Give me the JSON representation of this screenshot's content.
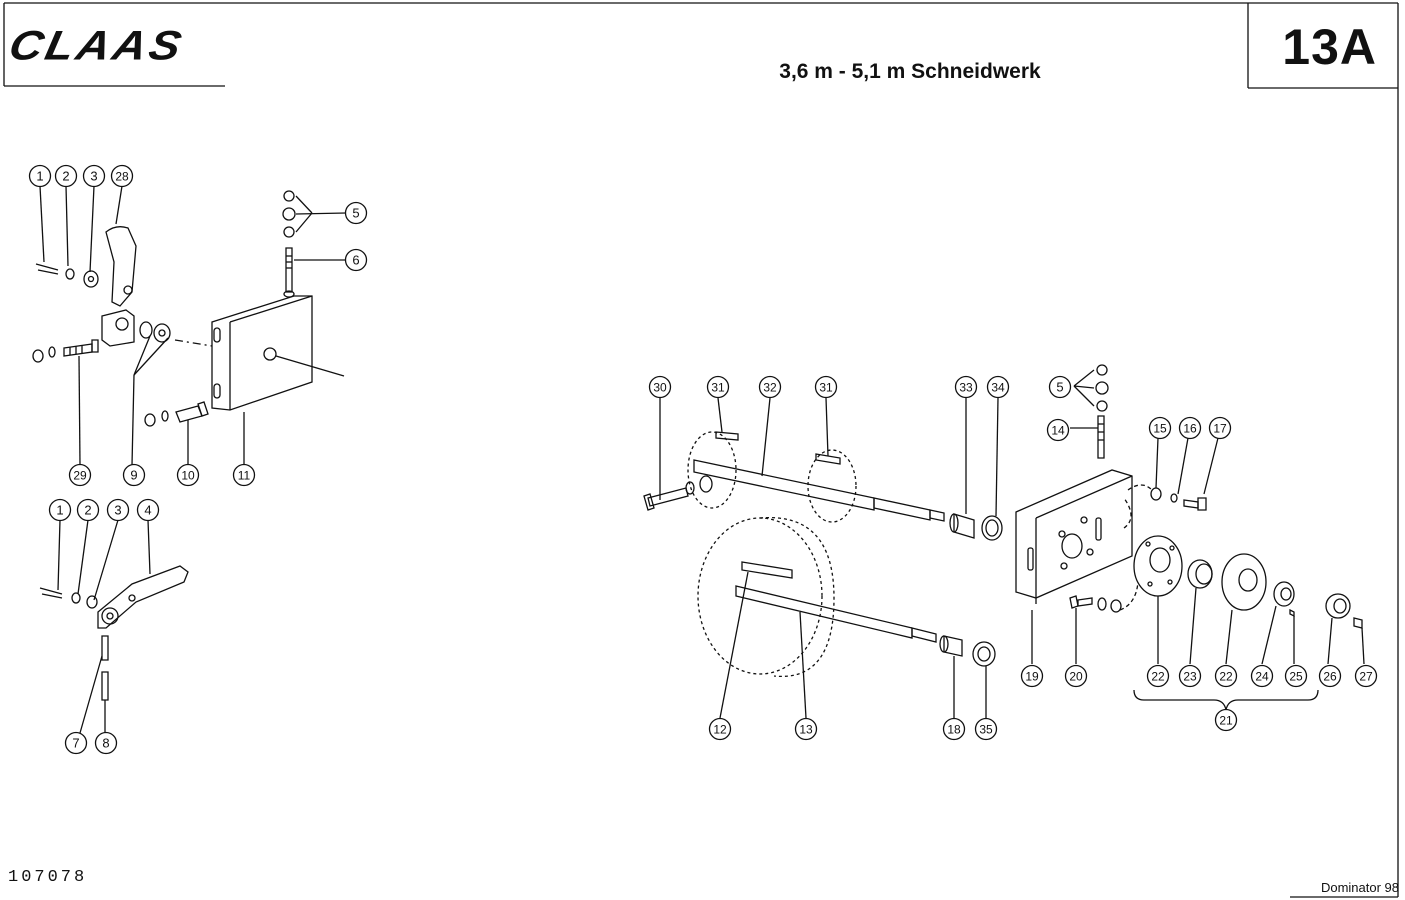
{
  "header": {
    "logo": "CLAAS",
    "title": "3,6 m - 5,1 m Schneidwerk",
    "page_code": "13A"
  },
  "footer": {
    "drawing_number": "107078",
    "machine": "Dominator 98"
  },
  "callouts": [
    {
      "id": "c1a",
      "label": "1"
    },
    {
      "id": "c2a",
      "label": "2"
    },
    {
      "id": "c3a",
      "label": "3"
    },
    {
      "id": "c28",
      "label": "28"
    },
    {
      "id": "c5a",
      "label": "5"
    },
    {
      "id": "c6",
      "label": "6"
    },
    {
      "id": "c29",
      "label": "29"
    },
    {
      "id": "c9",
      "label": "9"
    },
    {
      "id": "c10",
      "label": "10"
    },
    {
      "id": "c11",
      "label": "11"
    },
    {
      "id": "c1b",
      "label": "1"
    },
    {
      "id": "c2b",
      "label": "2"
    },
    {
      "id": "c3b",
      "label": "3"
    },
    {
      "id": "c4",
      "label": "4"
    },
    {
      "id": "c7",
      "label": "7"
    },
    {
      "id": "c8",
      "label": "8"
    },
    {
      "id": "c30",
      "label": "30"
    },
    {
      "id": "c31a",
      "label": "31"
    },
    {
      "id": "c32",
      "label": "32"
    },
    {
      "id": "c31b",
      "label": "31"
    },
    {
      "id": "c33",
      "label": "33"
    },
    {
      "id": "c34",
      "label": "34"
    },
    {
      "id": "c5b",
      "label": "5"
    },
    {
      "id": "c14",
      "label": "14"
    },
    {
      "id": "c15",
      "label": "15"
    },
    {
      "id": "c16",
      "label": "16"
    },
    {
      "id": "c17",
      "label": "17"
    },
    {
      "id": "c12",
      "label": "12"
    },
    {
      "id": "c13",
      "label": "13"
    },
    {
      "id": "c18",
      "label": "18"
    },
    {
      "id": "c35",
      "label": "35"
    },
    {
      "id": "c19",
      "label": "19"
    },
    {
      "id": "c20",
      "label": "20"
    },
    {
      "id": "c22a",
      "label": "22"
    },
    {
      "id": "c23",
      "label": "23"
    },
    {
      "id": "c22b",
      "label": "22"
    },
    {
      "id": "c24",
      "label": "24"
    },
    {
      "id": "c25",
      "label": "25"
    },
    {
      "id": "c26",
      "label": "26"
    },
    {
      "id": "c27",
      "label": "27"
    },
    {
      "id": "c21",
      "label": "21"
    }
  ]
}
